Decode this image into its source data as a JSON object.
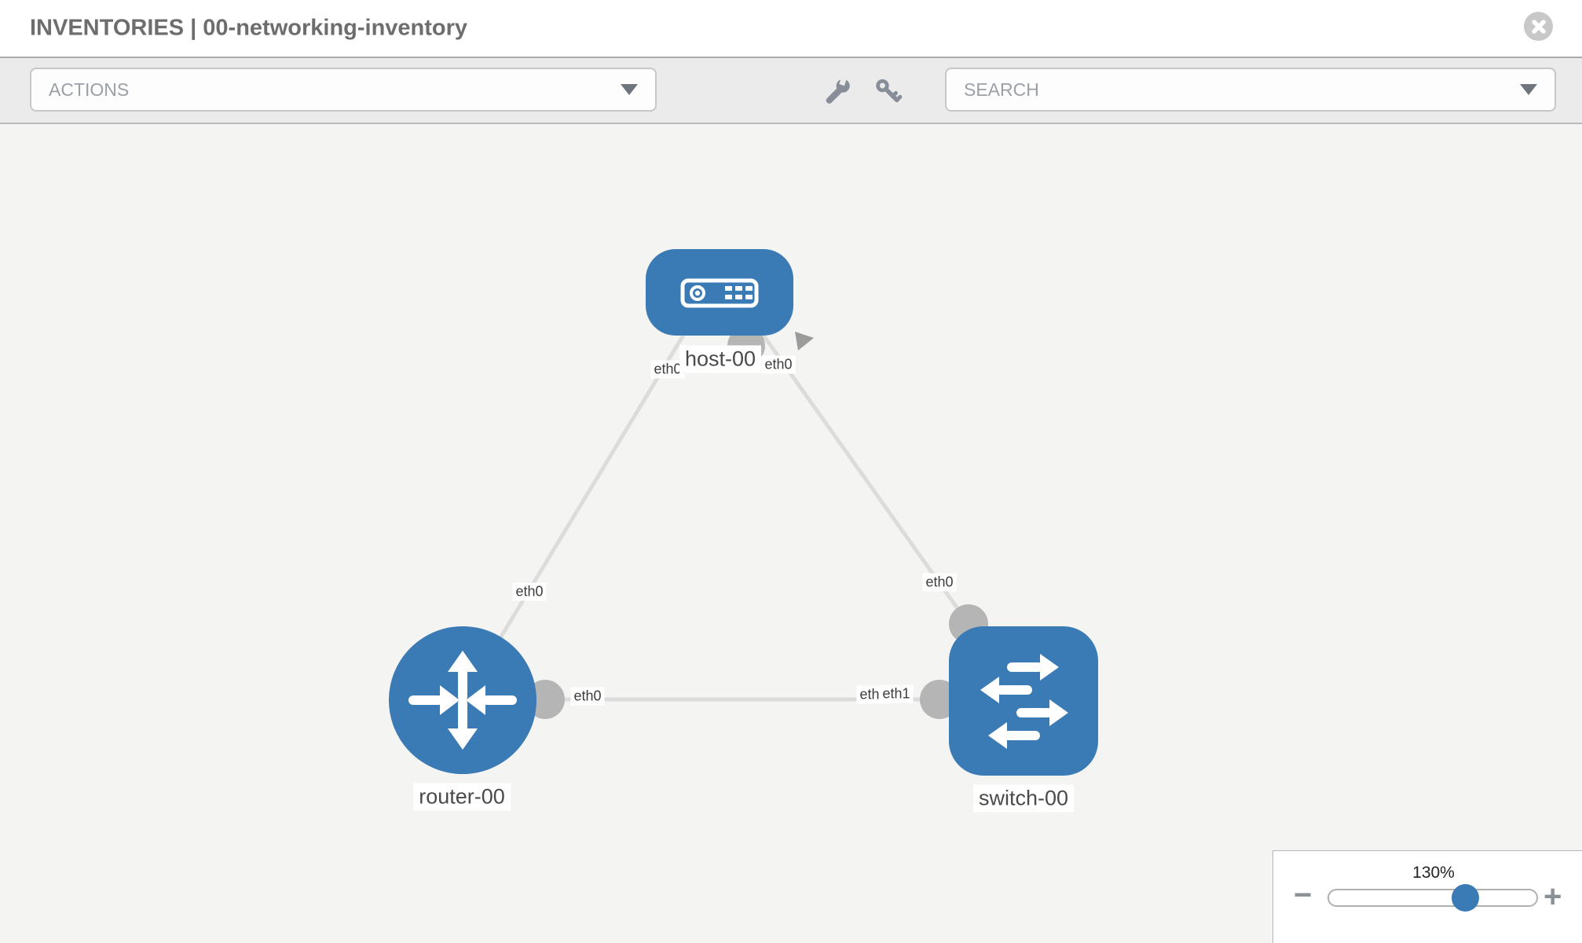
{
  "header": {
    "title": "INVENTORIES | 00-networking-inventory"
  },
  "toolbar": {
    "actions_label": "ACTIONS",
    "search_label": "SEARCH"
  },
  "topology": {
    "nodes": [
      {
        "id": "host-00",
        "type": "host",
        "label": "host-00"
      },
      {
        "id": "router-00",
        "type": "router",
        "label": "router-00"
      },
      {
        "id": "switch-00",
        "type": "switch",
        "label": "switch-00"
      }
    ],
    "links": [
      {
        "from": "host-00",
        "from_iface": "eth0",
        "to": "router-00",
        "to_iface": "eth0"
      },
      {
        "from": "host-00",
        "from_iface": "eth0",
        "to": "switch-00",
        "to_iface": "eth0"
      },
      {
        "from": "router-00",
        "from_iface": "eth0",
        "to": "switch-00",
        "to_iface": "eth1",
        "to_iface_occluded": "eth0"
      }
    ]
  },
  "zoom_control": {
    "level": "130%",
    "minus": "−",
    "plus": "+"
  },
  "colors": {
    "node_blue": "#3a7ab5",
    "link_gray": "#dcdcdc",
    "port_gray": "#b5b5b5",
    "icon_gray": "#878e98"
  }
}
